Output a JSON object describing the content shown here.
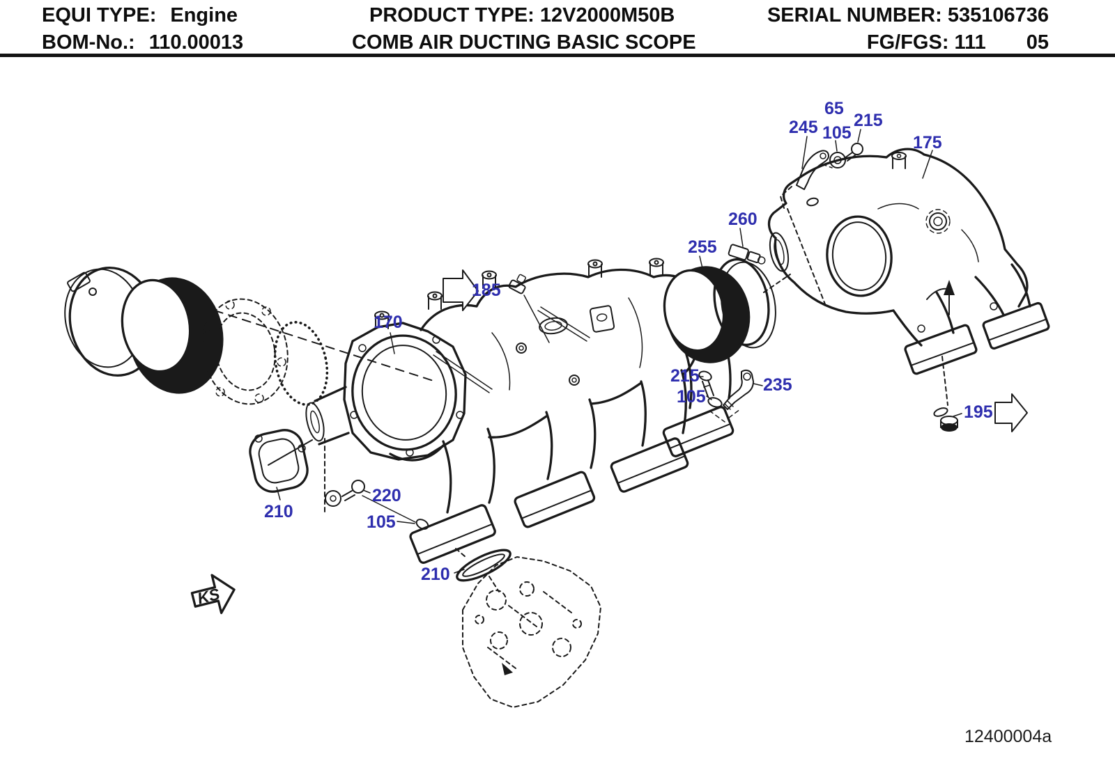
{
  "header": {
    "equi_type_label": "EQUI TYPE:",
    "equi_type_value": "Engine",
    "bom_label": "BOM-No.:",
    "bom_value": "110.00013",
    "product_label": "PRODUCT TYPE:",
    "product_value": "12V2000M50B",
    "scope_title": "COMB AIR DUCTING BASIC SCOPE",
    "serial_label": "SERIAL NUMBER:",
    "serial_value": "535106736",
    "fg_label": "FG/FGS:",
    "fg_value": "111",
    "sheet_no": "05"
  },
  "diagram": {
    "drawing_code": "12400004a",
    "ks_marker": "KS",
    "colors": {
      "callout_blue": "#2E2EAE",
      "line_black": "#1A1A1A"
    },
    "callouts": [
      {
        "id": "65",
        "text": "65"
      },
      {
        "id": "245",
        "text": "245"
      },
      {
        "id": "105-top",
        "text": "105"
      },
      {
        "id": "215-top",
        "text": "215"
      },
      {
        "id": "175",
        "text": "175"
      },
      {
        "id": "260",
        "text": "260"
      },
      {
        "id": "255",
        "text": "255"
      },
      {
        "id": "185",
        "text": "185"
      },
      {
        "id": "170",
        "text": "170"
      },
      {
        "id": "215-mid",
        "text": "215"
      },
      {
        "id": "105-mid",
        "text": "105"
      },
      {
        "id": "235",
        "text": "235"
      },
      {
        "id": "195",
        "text": "195"
      },
      {
        "id": "220",
        "text": "220"
      },
      {
        "id": "105-bottom",
        "text": "105"
      },
      {
        "id": "210-left",
        "text": "210"
      },
      {
        "id": "210-bottom",
        "text": "210"
      }
    ]
  }
}
